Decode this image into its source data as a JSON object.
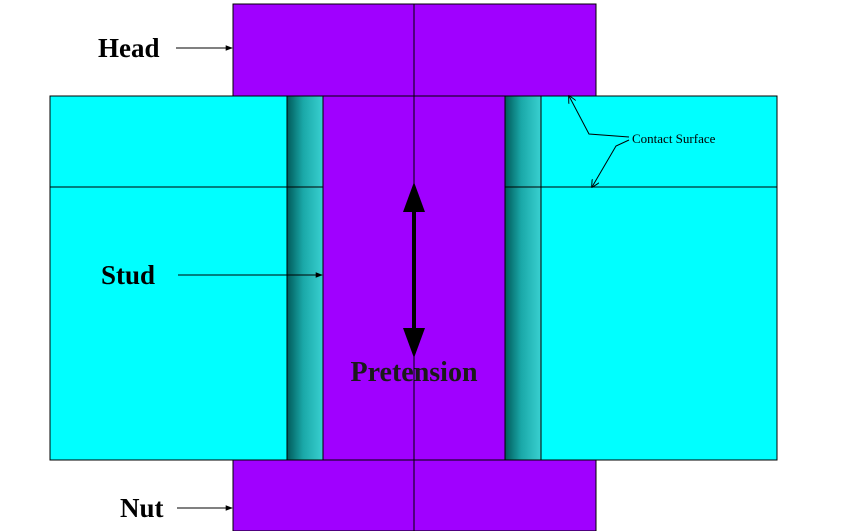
{
  "labels": {
    "head": "Head",
    "stud": "Stud",
    "nut": "Nut",
    "contact_surface": "Contact Surface",
    "pretension": "Pretension"
  },
  "colors": {
    "bolt_fill": "#a000ff",
    "plate_fill": "#00ffff",
    "hole_gap_dark": "#006e6e",
    "hole_gap_light": "#33c8c8",
    "outline": "#000000",
    "background": "#ffffff"
  }
}
